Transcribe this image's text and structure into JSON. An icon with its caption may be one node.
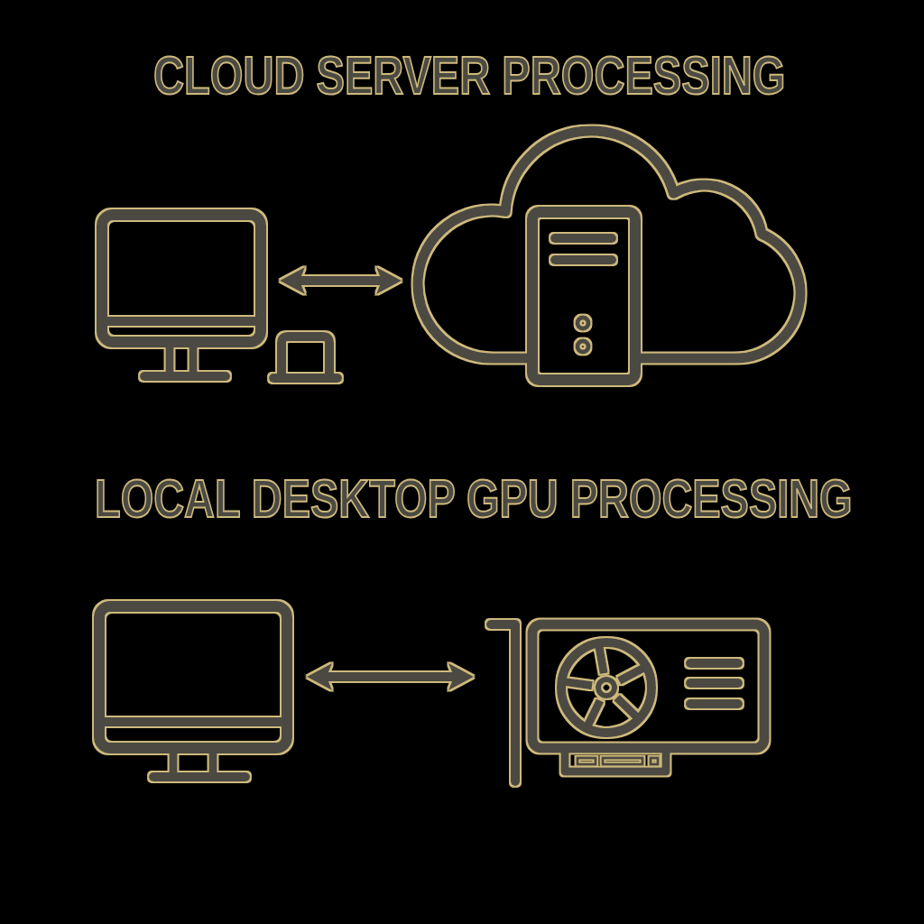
{
  "diagram": {
    "nodes": [
      {
        "text": [],
        "shape": "picture"
      },
      {
        "text": [],
        "shape": "cloud"
      },
      {
        "text": [],
        "shape": "picture"
      },
      {
        "text": [],
        "shape": "picture"
      }
    ],
    "edges": [
      {
        "from": 0,
        "to": 1,
        "arrow": "both"
      },
      {
        "from": 2,
        "to": 3,
        "arrow": "both"
      }
    ],
    "labels": [
      "CLOUD SERVER PROCESSING",
      "LOCAL DESKTOP GPU PROCESSING"
    ]
  }
}
